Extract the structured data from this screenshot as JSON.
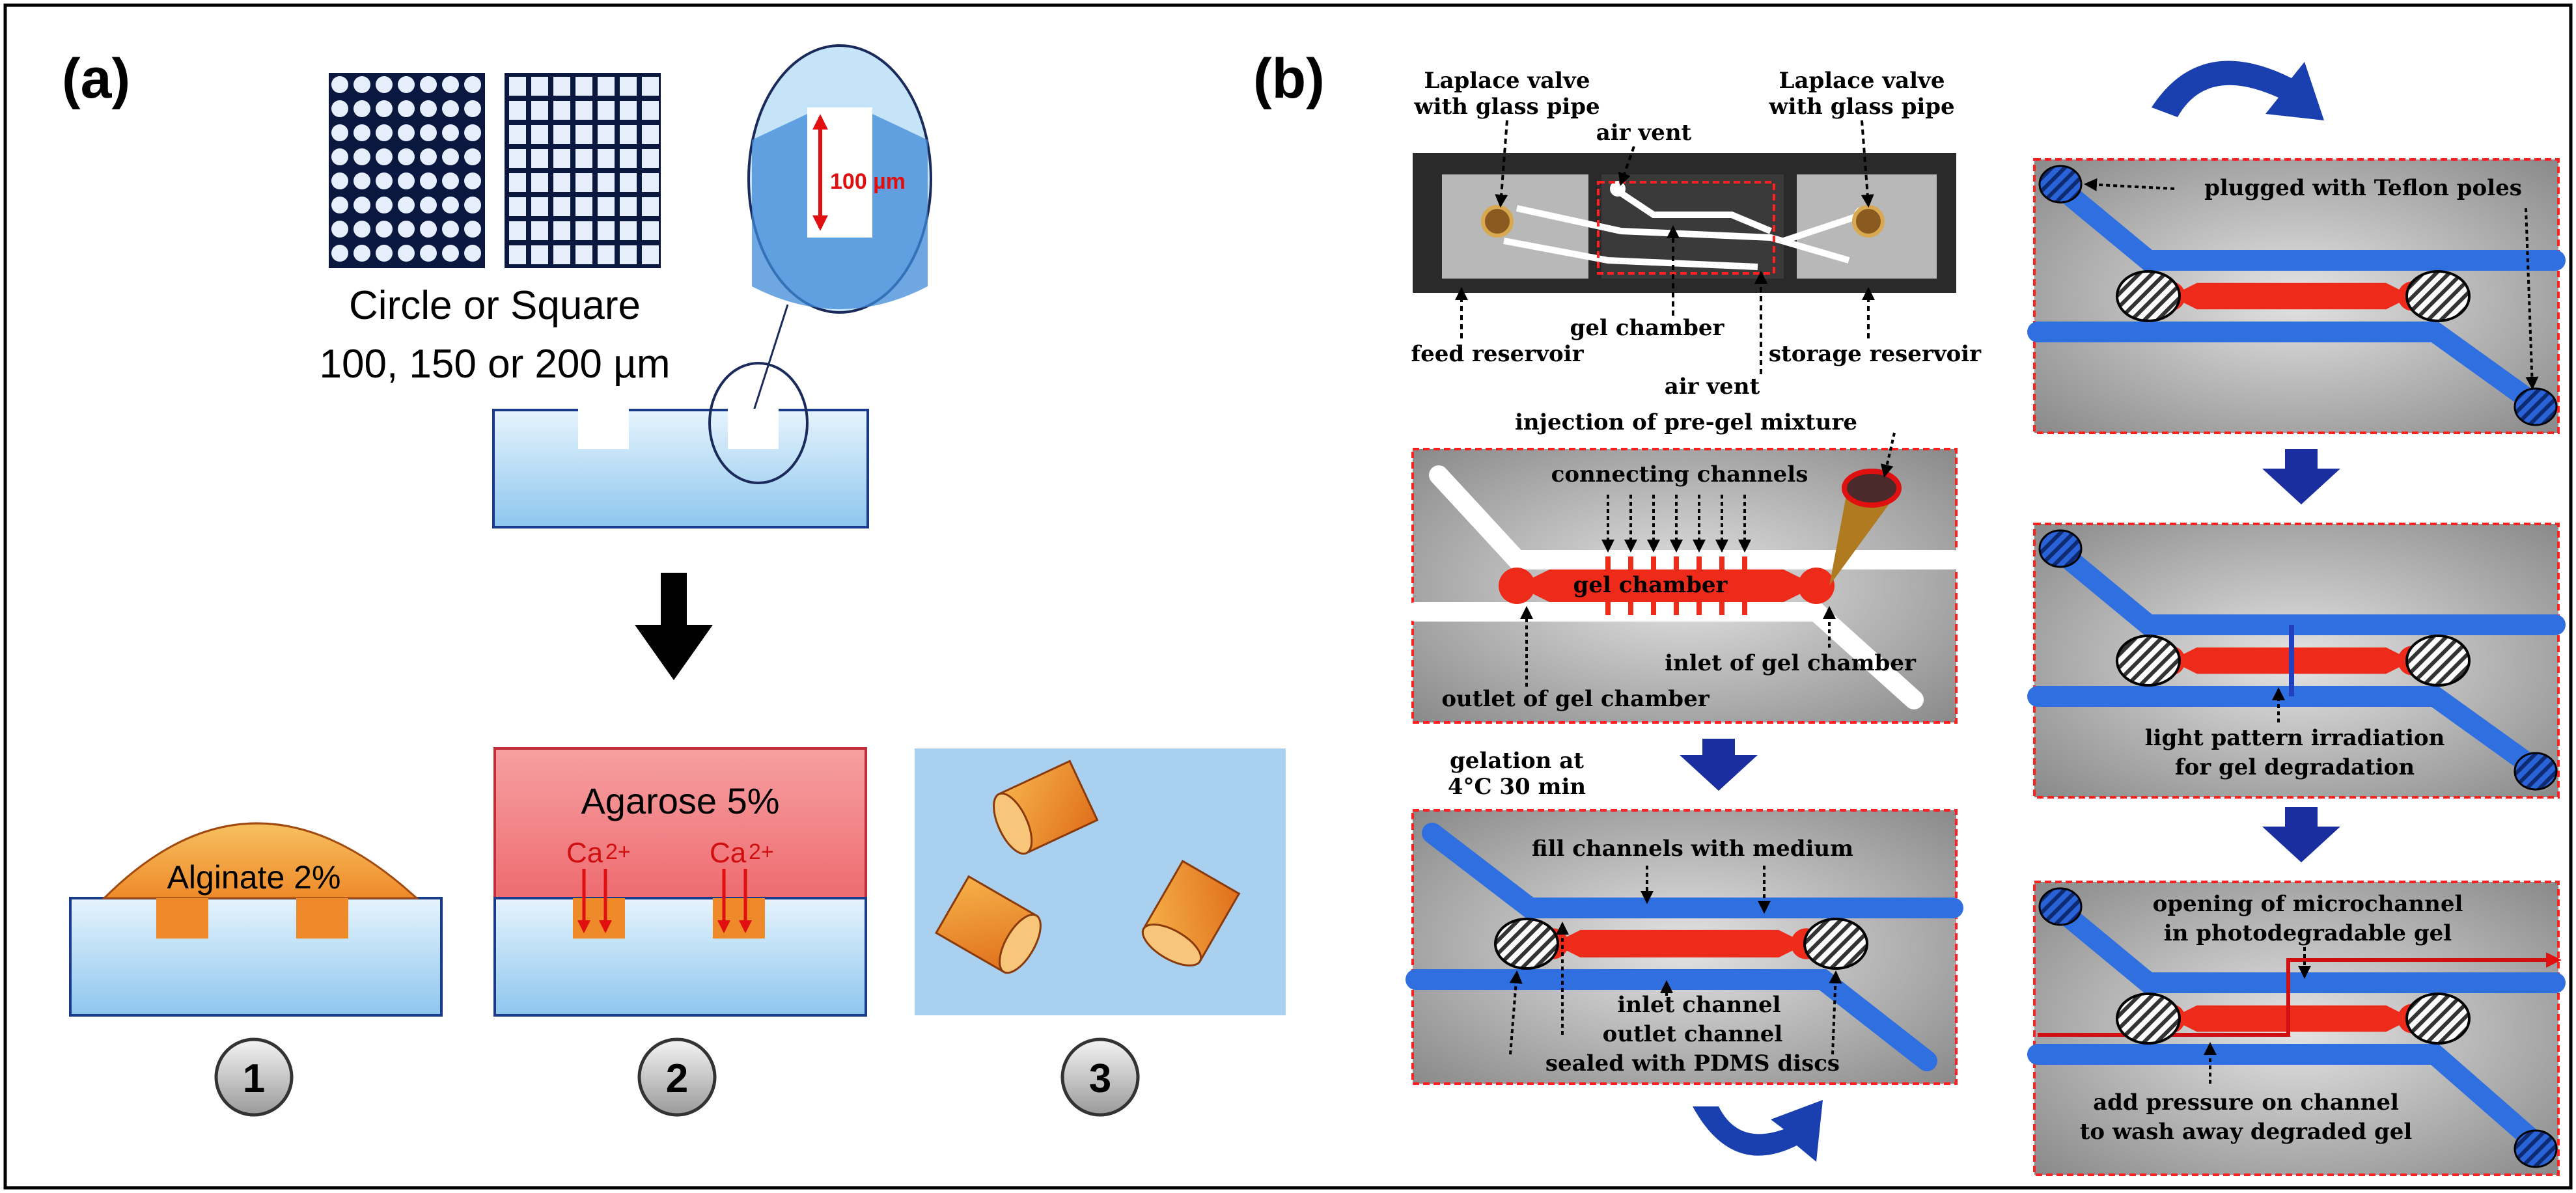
{
  "panel_a": {
    "label": "(a)",
    "scale_label": "100 µm",
    "shape_caption_line1": "Circle or Square",
    "shape_caption_line2": "100, 150 or 200 µm",
    "step1_label": "Alginate 2%",
    "step2_label": "Agarose 5%",
    "calcium_label": "Ca",
    "calcium_charge": "2+",
    "step_numbers": [
      "1",
      "2",
      "3"
    ]
  },
  "panel_b": {
    "label": "(b)",
    "device": {
      "laplace_left_line1": "Laplace valve",
      "laplace_left_line2": "with glass pipe",
      "laplace_right_line1": "Laplace valve",
      "laplace_right_line2": "with glass pipe",
      "air_vent_top": "air vent",
      "gel_chamber": "gel chamber",
      "feed_reservoir": "feed reservoir",
      "storage_reservoir": "storage reservoir",
      "air_vent_bottom": "air vent"
    },
    "injection": {
      "title": "injection of pre-gel mixture",
      "connecting_channels": "connecting channels",
      "gel_chamber": "gel chamber",
      "inlet": "inlet of gel chamber",
      "outlet": "outlet of gel chamber"
    },
    "gelation_line1": "gelation at",
    "gelation_line2": "4°C 30 min",
    "fill": {
      "fill_channels": "fill channels with medium",
      "inlet_channel": "inlet channel",
      "outlet_channel": "outlet channel",
      "sealed": "sealed with PDMS discs"
    },
    "teflon": {
      "plugged": "plugged with Teflon poles"
    },
    "light": {
      "line1": "light pattern irradiation",
      "line2": "for gel degradation"
    },
    "opening": {
      "line1": "opening of microchannel",
      "line2": "in photodegradable gel",
      "wash_line1": "add pressure on channel",
      "wash_line2": "to wash away degraded gel"
    }
  },
  "colors": {
    "substrate": "#a9d4f2",
    "alginate": "#f0a040",
    "agarose": "#f07a80",
    "gel_red": "#ee2a1a",
    "channel_blue": "#2f6fe0",
    "arrow_blue": "#1a2ea0"
  }
}
